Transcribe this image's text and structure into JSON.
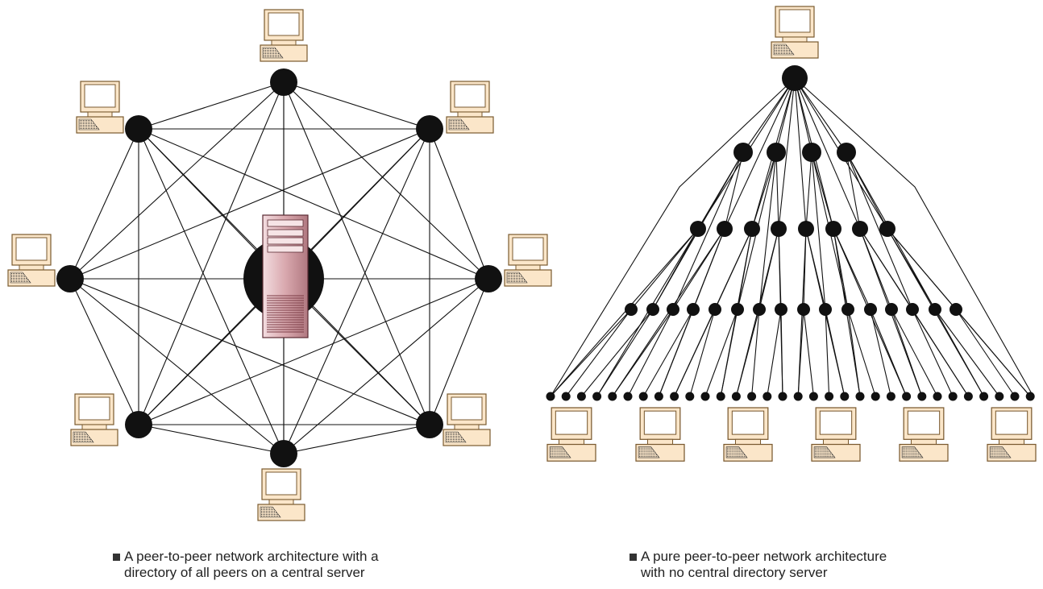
{
  "diagrams": [
    {
      "id": "centralized",
      "caption": "A peer-to-peer network architecture with a\ndirectory of all peers on a central server",
      "peer_count": 8,
      "has_central_server": true
    },
    {
      "id": "pure",
      "caption": "A pure peer-to-peer network architecture\nwith no central directory server",
      "levels": [
        1,
        4,
        8,
        16,
        32
      ],
      "leaf_computers": 6
    }
  ],
  "colors": {
    "node": "#111111",
    "line": "#111111",
    "computer_fill": "#fbe6c9",
    "computer_stroke": "#7a5a30",
    "server_fill": "#d9a8ae",
    "server_stroke": "#5a2a32"
  },
  "icons": [
    "computer-icon",
    "server-icon"
  ]
}
